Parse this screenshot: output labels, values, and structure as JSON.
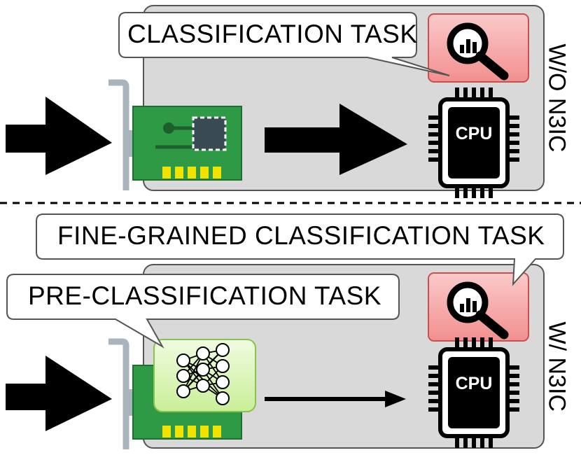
{
  "top": {
    "side_label": "W/O N3IC",
    "callout": "CLASSIFICATION TASK",
    "cpu_label": "CPU"
  },
  "bottom": {
    "side_label": "W/ N3IC",
    "callout_fine": "FINE-GRAINED CLASSIFICATION TASK",
    "callout_pre": "PRE-CLASSIFICATION TASK",
    "cpu_label": "CPU"
  },
  "colors": {
    "panel_fill": "#d9d9d9",
    "analytics_box": "#f4a6a6",
    "nn_box": "#dcf5b8",
    "nic_board": "#2e9a46",
    "nic_pins": "#f2e200",
    "bracket": "#a9b4bc"
  },
  "icons": [
    "magnifier-chart-icon",
    "cpu-chip-icon",
    "nic-card-icon",
    "neural-network-icon",
    "arrow-right-icon"
  ]
}
